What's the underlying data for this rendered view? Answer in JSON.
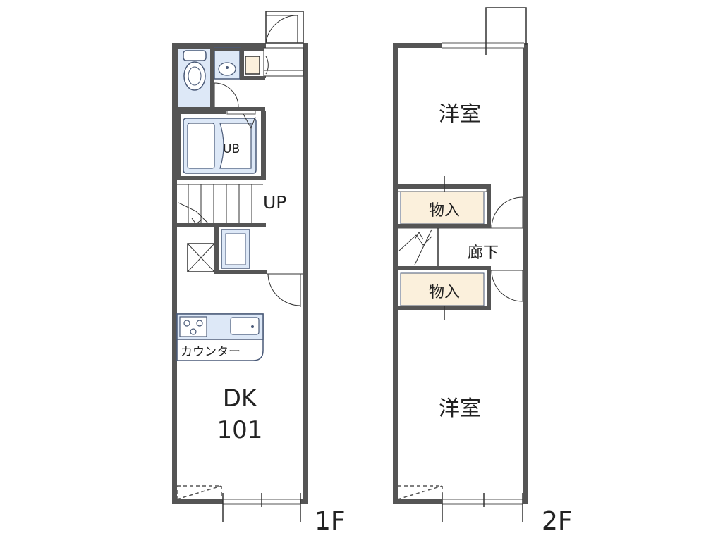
{
  "floors": {
    "first": {
      "floor_label": "1F",
      "rooms": {
        "dk": "DK",
        "unit_number": "101",
        "bath": "UB",
        "stairs": "UP",
        "counter": "カウンター"
      }
    },
    "second": {
      "floor_label": "2F",
      "rooms": {
        "western_top": "洋室",
        "storage_top": "物入",
        "hallway": "廊下",
        "storage_bottom": "物入",
        "western_bottom": "洋室"
      }
    }
  },
  "colors": {
    "wall": "#555555",
    "fixture_fill": "#dde8f7",
    "fixture_stroke": "#4a5a78",
    "storage_fill": "#fbf0dc"
  }
}
